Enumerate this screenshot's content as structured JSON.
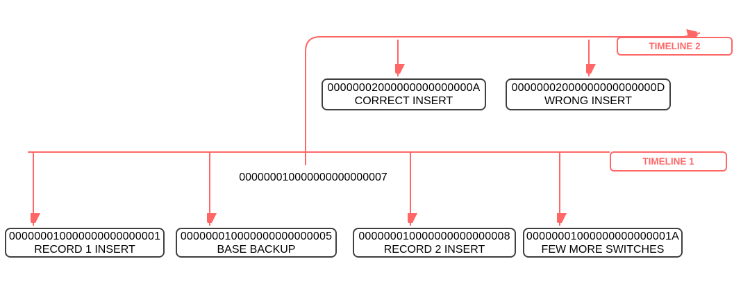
{
  "diagram": {
    "title_semantic": "PostgreSQL WAL timeline branching diagram",
    "colors": {
      "timeline_red": "#ff6666",
      "node_border": "#3f3f3f",
      "node_text": "#000000",
      "background": "#ffffff"
    },
    "timeline2_label": "TIMELINE 2",
    "timeline1_label": "TIMELINE 1",
    "branch_label": "000000010000000000000007",
    "timeline2_boxes": [
      {
        "lsn": "00000002000000000000000A",
        "label": "CORRECT INSERT"
      },
      {
        "lsn": "00000002000000000000000D",
        "label": "WRONG INSERT"
      }
    ],
    "timeline1_boxes": [
      {
        "lsn": "000000010000000000000001",
        "label": "RECORD 1 INSERT"
      },
      {
        "lsn": "000000010000000000000005",
        "label": "BASE BACKUP"
      },
      {
        "lsn": "000000010000000000000008",
        "label": "RECORD 2 INSERT"
      },
      {
        "lsn": "00000001000000000000001A",
        "label": "FEW MORE SWITCHES"
      }
    ]
  }
}
